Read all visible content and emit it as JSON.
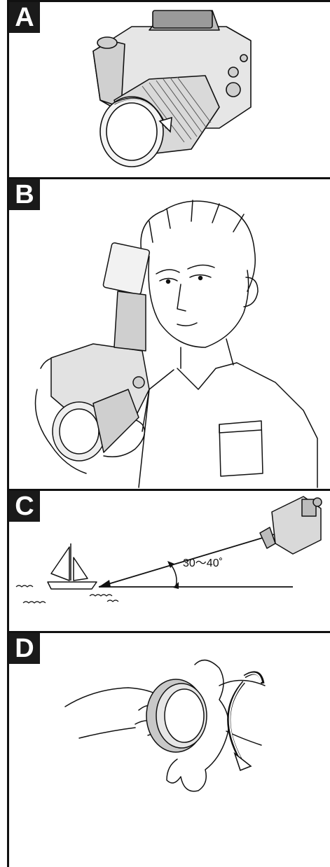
{
  "panels": [
    {
      "label": "A"
    },
    {
      "label": "B"
    },
    {
      "label": "C",
      "angle_label": "30～40˚"
    },
    {
      "label": "D"
    }
  ],
  "colors": {
    "ink": "#111111",
    "badge": "#1a1a1a",
    "paper": "#ffffff",
    "lens_ring": "#c8c8c8"
  }
}
